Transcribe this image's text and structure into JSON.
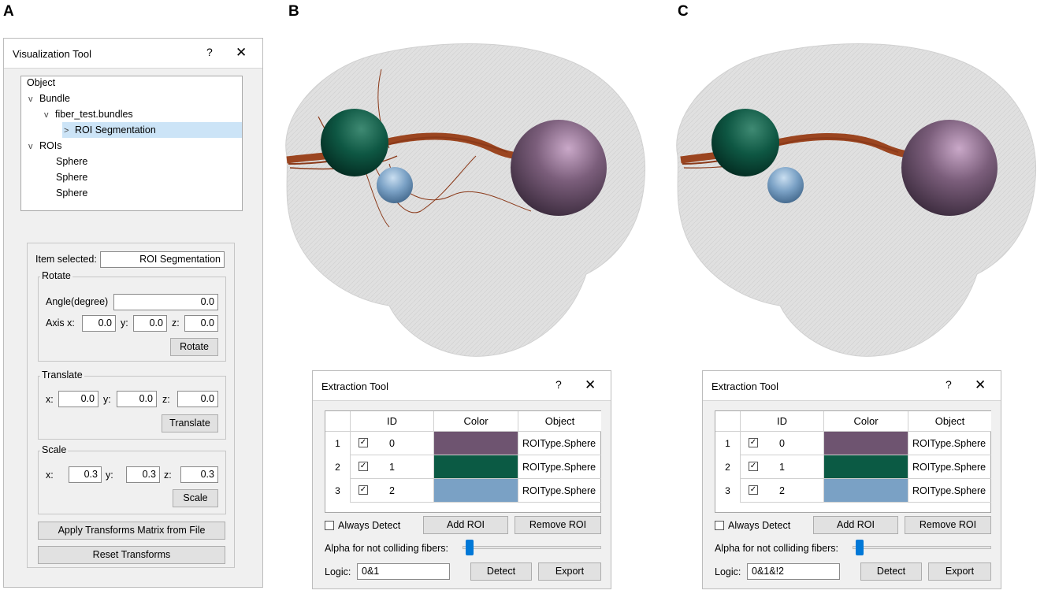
{
  "panel_labels": [
    "A",
    "B",
    "C"
  ],
  "viz": {
    "title": "Visualization Tool",
    "help": "?",
    "close": "✕",
    "tree": {
      "header": "Object",
      "bundle": "Bundle",
      "file": "fiber_test.bundles",
      "roi_seg": "ROI Segmentation",
      "rois": "ROIs",
      "spheres": [
        "Sphere",
        "Sphere",
        "Sphere"
      ]
    },
    "item_selected_label": "Item selected:",
    "item_selected_value": "ROI Segmentation",
    "rotate": {
      "group": "Rotate",
      "angle_label": "Angle(degree)",
      "angle": "0.0",
      "axis_x_label": "Axis x:",
      "x": "0.0",
      "y_label": "y:",
      "y": "0.0",
      "z_label": "z:",
      "z": "0.0",
      "button": "Rotate"
    },
    "translate": {
      "group": "Translate",
      "x_label": "x:",
      "x": "0.0",
      "y_label": "y:",
      "y": "0.0",
      "z_label": "z:",
      "z": "0.0",
      "button": "Translate"
    },
    "scale": {
      "group": "Scale",
      "x_label": "x:",
      "x": "0.3",
      "y_label": "y:",
      "y": "0.3",
      "z_label": "z:",
      "z": "0.3",
      "button": "Scale"
    },
    "apply_button": "Apply Transforms Matrix from File",
    "reset_button": "Reset Transforms"
  },
  "extraction": {
    "title": "Extraction Tool",
    "help": "?",
    "close": "✕",
    "columns": [
      "ID",
      "Color",
      "Object"
    ],
    "rows": [
      {
        "num": "1",
        "id": "0",
        "color": "#6e5470",
        "object": "ROIType.Sphere"
      },
      {
        "num": "2",
        "id": "1",
        "color": "#0b5a44",
        "object": "ROIType.Sphere"
      },
      {
        "num": "3",
        "id": "2",
        "color": "#7aa1c5",
        "object": "ROIType.Sphere"
      }
    ],
    "always_detect": "Always Detect",
    "add_roi": "Add ROI",
    "remove_roi": "Remove ROI",
    "alpha_label": "Alpha for not colliding fibers:",
    "alpha_level": 0.12,
    "logic_label": "Logic:",
    "detect": "Detect",
    "export": "Export"
  },
  "logic_values": {
    "B": "0&1",
    "C": "0&1&!2"
  },
  "colors": {
    "sphere_purple": "#6e5470",
    "sphere_green": "#0b5a44",
    "sphere_blue": "#7aa1c5",
    "fiber": "#8b3a1a",
    "brain": "#dcdcdc",
    "selection": "#cce4f7",
    "slider": "#0078d7"
  }
}
